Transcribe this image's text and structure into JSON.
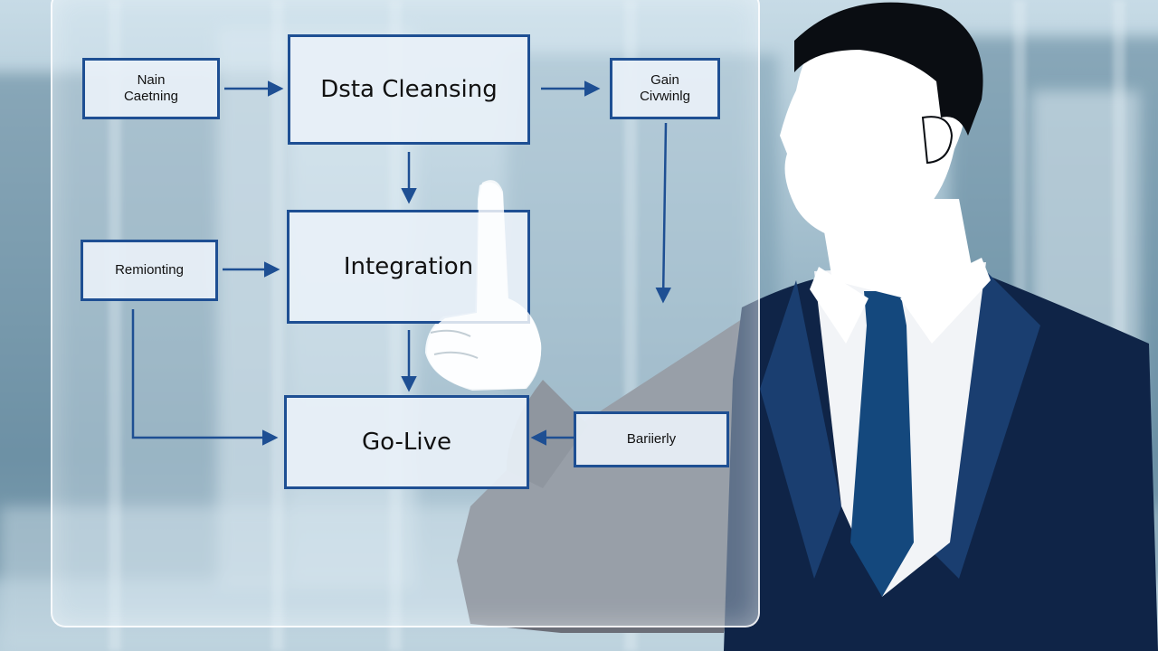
{
  "diagram": {
    "nodes": {
      "data_cleansing": "Dsta Cleansing",
      "integration": "Integration",
      "go_live": "Go-Live",
      "top_left": "Nain\nCaetning",
      "top_right": "Gain\nCivwinlg",
      "mid_left": "Remionting",
      "bottom_right": "Bariierly"
    }
  },
  "colors": {
    "box_border": "#1e4f93",
    "arrow": "#1e4f93",
    "suit": "#0f2447",
    "tie": "#14487d"
  }
}
